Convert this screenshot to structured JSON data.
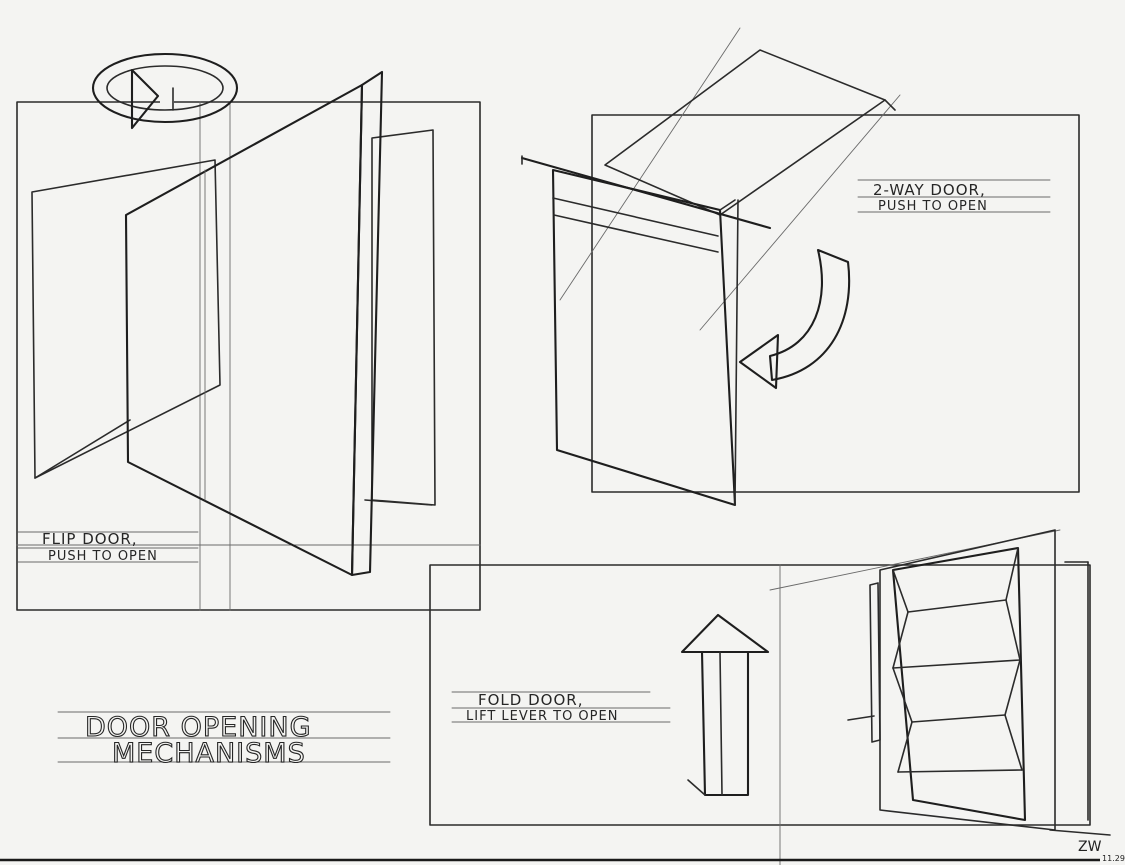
{
  "title": {
    "line1": "DOOR OPENING",
    "line2": "MECHANISMS"
  },
  "mechanisms": [
    {
      "name": "FLIP DOOR,",
      "action": "PUSH TO OPEN"
    },
    {
      "name": "2-WAY DOOR,",
      "action": "PUSH TO OPEN"
    },
    {
      "name": "FOLD DOOR,",
      "action": "LIFT LEVER TO OPEN"
    }
  ],
  "signature": {
    "initials": "ZW",
    "date": "11.29"
  }
}
